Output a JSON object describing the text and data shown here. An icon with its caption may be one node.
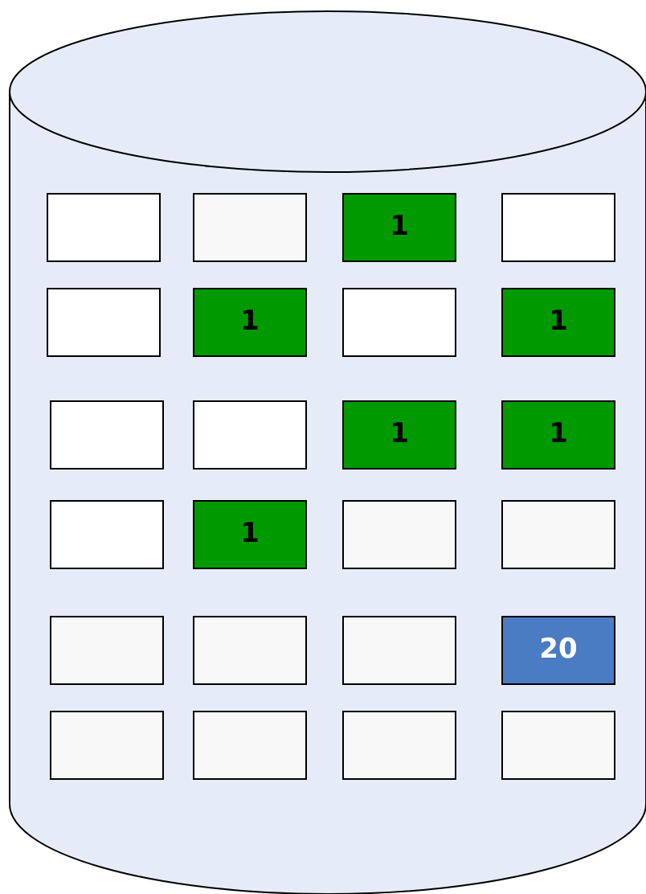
{
  "diagram": {
    "nodes": [
      {
        "text": [],
        "shape": "cylinder"
      },
      {
        "text": [],
        "shape": "box",
        "in": 0
      },
      {
        "text": [],
        "shape": "box",
        "in": 0
      },
      {
        "text": [
          "1"
        ],
        "in": 0
      },
      {
        "text": [],
        "shape": "box",
        "in": 0
      },
      {
        "text": [],
        "shape": "box",
        "in": 0
      },
      {
        "text": [
          "1"
        ],
        "in": 0
      },
      {
        "text": [],
        "shape": "box",
        "in": 0
      },
      {
        "text": [
          "1"
        ],
        "in": 0
      },
      {
        "text": [],
        "shape": "box",
        "in": 0
      },
      {
        "text": [],
        "shape": "box",
        "in": 0
      },
      {
        "text": [
          "1"
        ],
        "in": 0
      },
      {
        "text": [
          "1"
        ],
        "in": 0
      },
      {
        "text": [],
        "shape": "box",
        "in": 0
      },
      {
        "text": [
          "1"
        ],
        "in": 0
      },
      {
        "text": [],
        "shape": "box",
        "in": 0
      },
      {
        "text": [],
        "shape": "box",
        "in": 0
      },
      {
        "text": [],
        "shape": "box",
        "in": 0
      },
      {
        "text": [],
        "shape": "box",
        "in": 0
      },
      {
        "text": [],
        "shape": "box",
        "in": 0
      },
      {
        "text": [
          "20"
        ],
        "in": 0
      },
      {
        "text": [],
        "shape": "box",
        "in": 0
      },
      {
        "text": [],
        "shape": "box",
        "in": 0
      },
      {
        "text": [],
        "shape": "box",
        "in": 0
      },
      {
        "text": [],
        "shape": "box",
        "in": 0
      }
    ]
  }
}
